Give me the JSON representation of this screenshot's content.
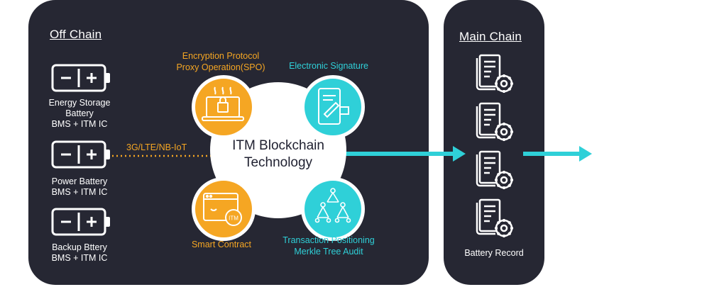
{
  "offchain": {
    "title": "Off  Chain",
    "batteries": [
      {
        "line1": "Energy Storage",
        "line2": "Battery",
        "line3": "BMS + ITM IC"
      },
      {
        "line1": "Power Battery",
        "line2": "BMS + ITM IC"
      },
      {
        "line1": "Backup Bttery",
        "line2": "BMS + ITM IC"
      }
    ],
    "link_label": "3G/LTE/NB-IoT"
  },
  "hub": {
    "line1": "ITM Blockchain",
    "line2": "Technology"
  },
  "features": {
    "encryption": {
      "line1": "Encryption Protocol",
      "line2": "Proxy Operation(SPO)"
    },
    "signature": {
      "line1": "Electronic Signature"
    },
    "contract": {
      "line1": "Smart Contract"
    },
    "merkle": {
      "line1": "Transaction Positioning",
      "line2": "Merkle Tree Audit"
    }
  },
  "contract_badge": "ITM",
  "mainchain": {
    "title": "Main Chain",
    "caption": "Battery Record"
  },
  "colors": {
    "panel": "#262733",
    "orange": "#f5a623",
    "cyan": "#2fd0d8",
    "hub": "#ffffff"
  },
  "icons": [
    "battery-icon",
    "cpu-lock-icon",
    "tablet-signature-icon",
    "smart-contract-icon",
    "merkle-tree-icon",
    "document-gear-icon",
    "arrow-right-icon"
  ]
}
